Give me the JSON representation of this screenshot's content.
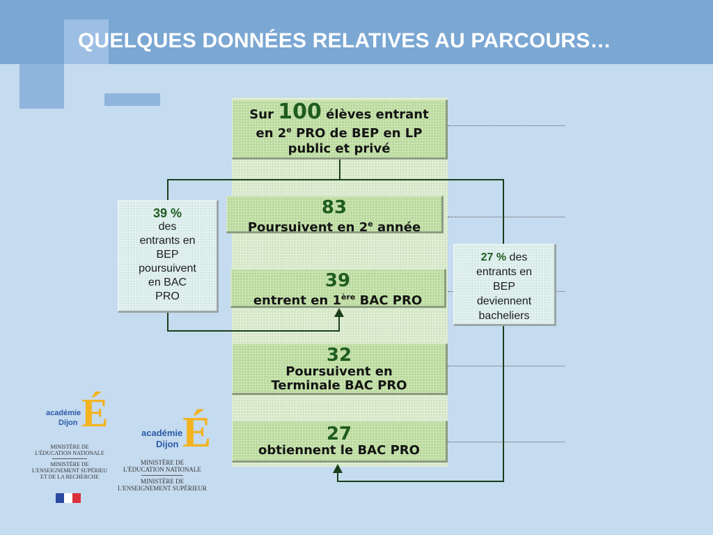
{
  "title": "QUELQUES DONNÉES RELATIVES AU PARCOURS…",
  "boxes": {
    "b1": {
      "pre": "Sur ",
      "num": "100",
      "post": " élèves entrant",
      "line2a": "en 2",
      "sup": "e",
      "line2b": " PRO de BEP en LP",
      "line3": "public et privé"
    },
    "b2": {
      "num": "83",
      "texta": "Poursuivent en 2",
      "sup": "e",
      "textb": " année"
    },
    "b3": {
      "num": "39",
      "texta": "entrent en 1",
      "sup": "ère",
      "textb": " BAC PRO"
    },
    "b4": {
      "num": "32",
      "line1": "Poursuivent en",
      "line2": "Terminale BAC PRO"
    },
    "b5": {
      "num": "27",
      "line1": "obtiennent le BAC PRO"
    }
  },
  "left_note": {
    "pct": "39 %",
    "lines": [
      "des",
      "entrants en",
      "BEP",
      "poursuivent",
      "en BAC",
      "PRO"
    ]
  },
  "right_note": {
    "pct": "27 %",
    "after": " des",
    "lines": [
      "entrants en",
      "BEP",
      "deviennent",
      "bacheliers"
    ]
  },
  "logos": {
    "logo1": {
      "acad": "académie",
      "city": "Dijon",
      "m1a": "MINISTÈRE DE",
      "m1b": "L'ÉDUCATION NATIONALE",
      "m2a": "MINISTÈRE DE",
      "m2b": "L'ENSEIGNEMENT SUPÉRIEU",
      "m2c": "ET DE LA RECHERCHE"
    },
    "logo2": {
      "acad": "académie",
      "city": "Dijon",
      "m1a": "MINISTÈRE DE",
      "m1b": "L'ÉDUCATION NATIONALE",
      "m2a": "MINISTÈRE DE",
      "m2b": "L'ENSEIGNEMENT SUPÉRIEUR"
    },
    "e_glyph": "É"
  },
  "colors": {
    "header": "#7ba7d3",
    "background": "#c5dbef",
    "box_green": "#b8d99a",
    "number_green": "#1f5c1f",
    "side_box": "#d5eae8"
  }
}
